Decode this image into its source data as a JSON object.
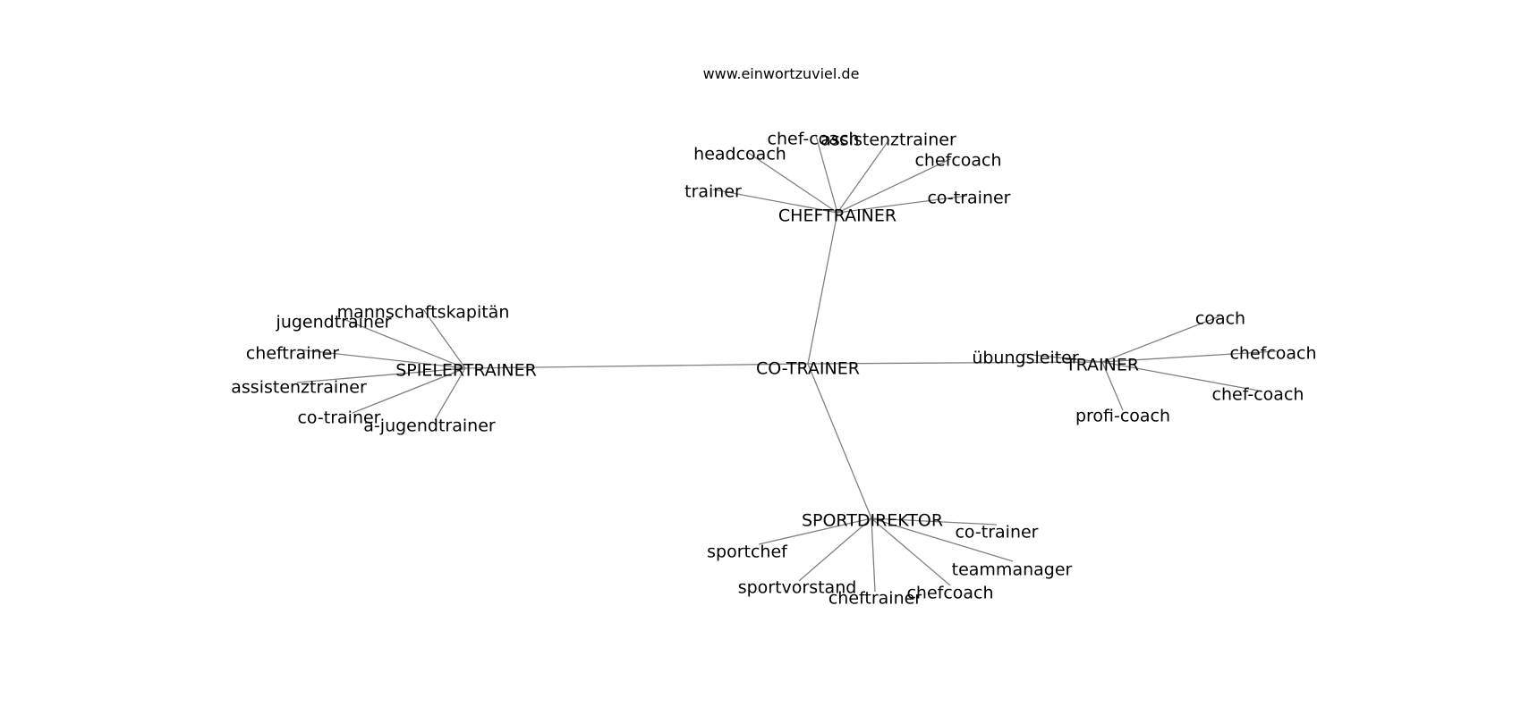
{
  "header": {
    "site": "www.einwortzuviel.de"
  },
  "style": {
    "edge_color": "#808080",
    "label_color": "#000000",
    "background": "#ffffff"
  },
  "graph": {
    "center": "CO-TRAINER",
    "clusters": [
      {
        "id": "cheftrainer",
        "label": "CHEFTRAINER",
        "neighbors": [
          "chef-coach",
          "assistenztrainer",
          "headcoach",
          "chefcoach",
          "trainer",
          "co-trainer"
        ]
      },
      {
        "id": "spielertrainer",
        "label": "SPIELERTRAINER",
        "neighbors": [
          "mannschaftskapitän",
          "jugendtrainer",
          "cheftrainer",
          "assistenztrainer",
          "co-trainer",
          "a-jugendtrainer"
        ]
      },
      {
        "id": "trainer",
        "label": "TRAINER",
        "neighbors": [
          "coach",
          "übungsleiter",
          "chefcoach",
          "chef-coach",
          "profi-coach"
        ]
      },
      {
        "id": "sportdirektor",
        "label": "SPORTDIREKTOR",
        "neighbors": [
          "co-trainer",
          "sportchef",
          "teammanager",
          "sportvorstand",
          "chefcoach",
          "cheftrainer"
        ]
      }
    ]
  }
}
